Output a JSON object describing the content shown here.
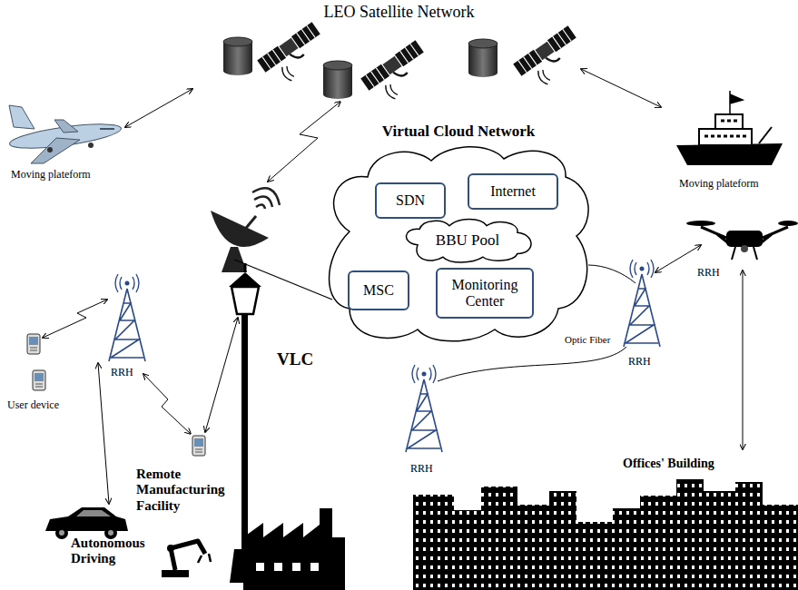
{
  "diagram": {
    "title": "LEO Satellite Network",
    "nodes": [
      {
        "text": [
          "Virtual Cloud Network"
        ]
      },
      {
        "text": [
          "SDN"
        ],
        "in": 0
      },
      {
        "text": [
          "Internet"
        ],
        "in": 0
      },
      {
        "text": [
          "BBU Pool"
        ],
        "in": 0
      },
      {
        "text": [
          "MSC"
        ],
        "in": 0
      },
      {
        "text": [
          "Monitoring Center"
        ],
        "in": 0
      }
    ],
    "labels": [
      "Moving plateform",
      "Moving plateform",
      "RRH",
      "Optic Fiber",
      "RRH",
      "RRH",
      "VLC",
      "User device",
      "Offices' Building",
      "RRH",
      "Remote Manufacturing Facility",
      "Autonomous Driving"
    ]
  }
}
